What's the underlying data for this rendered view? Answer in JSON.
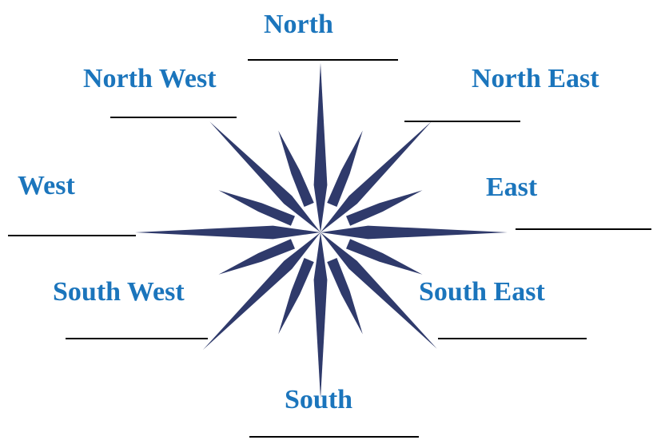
{
  "colors": {
    "label": "#1b75bc",
    "rose": "#2f3a6b",
    "line": "#000000"
  },
  "labels": {
    "north": "North",
    "north_west": "North West",
    "north_east": "North East",
    "west": "West",
    "east": "East",
    "south_west": "South West",
    "south_east": "South East",
    "south": "South"
  }
}
